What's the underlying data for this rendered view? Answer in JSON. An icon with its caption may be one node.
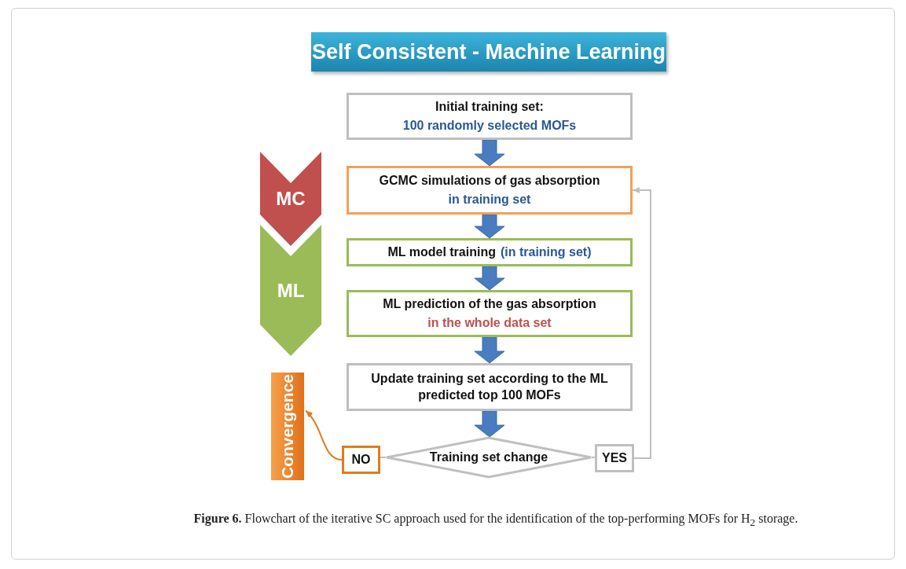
{
  "diagram": {
    "title": "Self Consistent - Machine Learning",
    "caption": "**Figure 6.** Flowchart of the iterative SC approach used for the identification of the top-performing MOFs for H$_{2}$ storage.",
    "nodes": [
      {
        "text": [
          "Initial training set:",
          "100 randomly selected MOFs"
        ]
      },
      {
        "text": [
          "GCMC simulations of gas absorption",
          "in training set"
        ]
      },
      {
        "text": [
          "ML model training",
          "(in training set)"
        ]
      },
      {
        "text": [
          "ML prediction of the gas absorption",
          "in the whole data set"
        ]
      },
      {
        "text": [
          "Update training set according to the ML predicted top 100 MOFs"
        ]
      },
      {
        "text": [
          "Training set change"
        ]
      },
      {
        "text": [
          "NO"
        ]
      },
      {
        "text": [
          "YES"
        ]
      },
      {
        "text": [
          "Convergence"
        ]
      },
      {
        "text": [
          "MC"
        ]
      },
      {
        "text": [
          "ML"
        ]
      }
    ],
    "edges": [
      {
        "from": 0,
        "to": 1,
        "arrow": "to",
        "style": "thick"
      },
      {
        "from": 1,
        "to": 2,
        "arrow": "to",
        "style": "thick"
      },
      {
        "from": 2,
        "to": 3,
        "arrow": "to",
        "style": "thick"
      },
      {
        "from": 3,
        "to": 4,
        "arrow": "to",
        "style": "thick"
      },
      {
        "from": 4,
        "to": 5,
        "arrow": "to",
        "style": "thick"
      },
      {
        "from": 5,
        "to": 6,
        "arrow": "none",
        "color": "#bfbfbf"
      },
      {
        "from": 5,
        "to": 7,
        "arrow": "none",
        "color": "#bfbfbf"
      },
      {
        "from": 7,
        "to": 1,
        "arrow": "to",
        "color": "#bfbfbf"
      },
      {
        "from": 6,
        "to": 8,
        "arrow": "to",
        "color": "#e07b20"
      }
    ]
  }
}
